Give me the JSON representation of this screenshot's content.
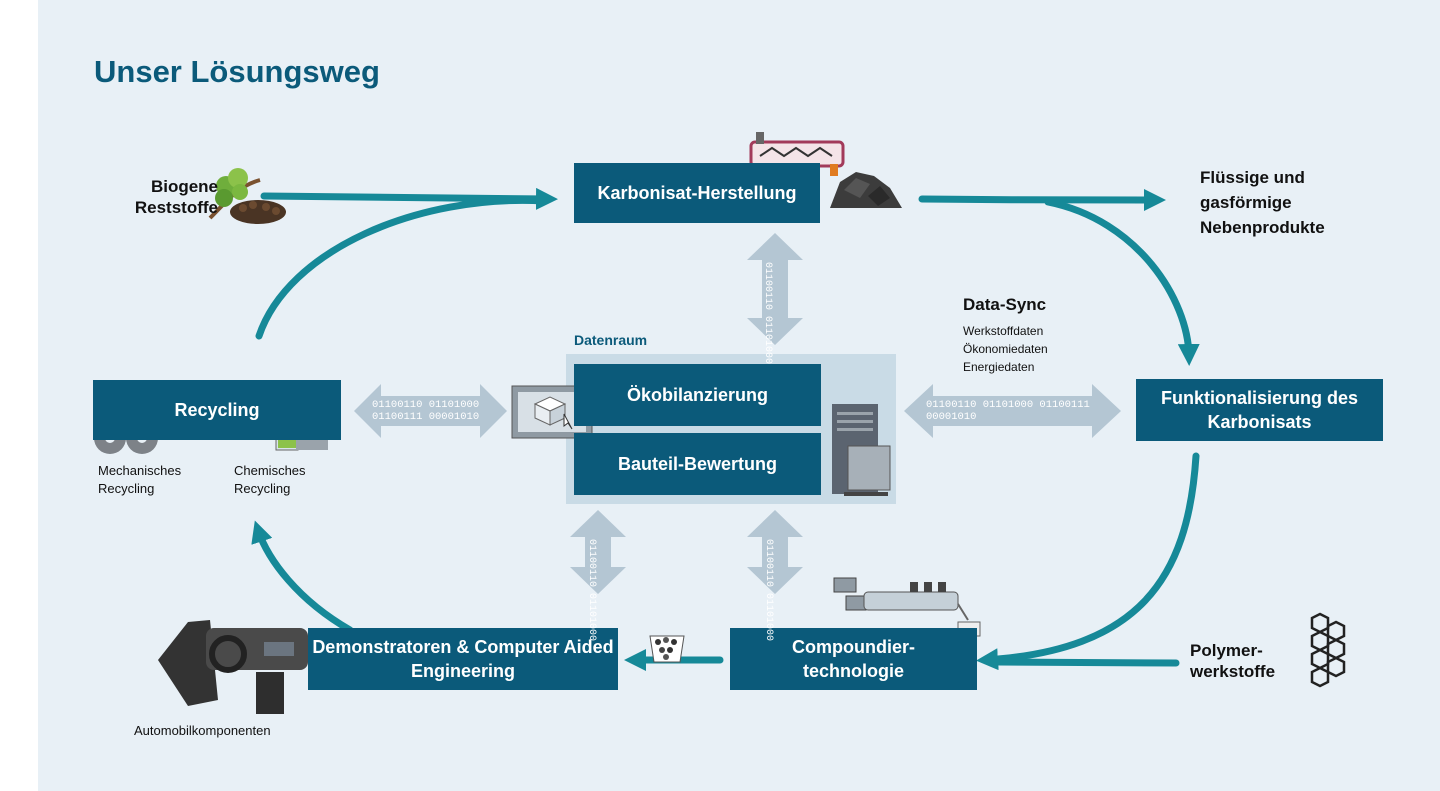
{
  "title": "Unser Lösungsweg",
  "inputs": {
    "biogenic": "Biogene Reststoffe",
    "polymer": "Polymer-werkstoffe"
  },
  "byproducts": "Flüssige und gasförmige Nebenprodukte",
  "boxes": {
    "karbonisat": "Karbonisat-Herstellung",
    "funktionalisierung": "Funktionalisierung des Karbonisats",
    "compoundier": "Compoundier-technologie",
    "demonstratoren": "Demonstratoren & Computer Aided Engineering",
    "recycling": "Recycling",
    "oekobilanz": "Ökobilanzierung",
    "bauteil": "Bauteil-Bewertung"
  },
  "datenraum_label": "Datenraum",
  "datasync": {
    "title": "Data-Sync",
    "items": [
      "Werkstoffdaten",
      "Ökonomiedaten",
      "Energiedaten"
    ]
  },
  "recycling_types": {
    "mechanical": "Mechanisches Recycling",
    "chemical": "Chemisches Recycling"
  },
  "automobil": "Automobilkomponenten",
  "binary": {
    "top": "01100110 01101000",
    "left_line1": "01100110 01101000",
    "left_line2": "01100111 00001010",
    "right_line1": "01100110 01101000 01100111",
    "right_line2": "00001010",
    "bottom_left": "01100110 01101000",
    "bottom_right": "01100110 01101000"
  },
  "colors": {
    "background": "#e8f0f6",
    "box": "#0b5a7a",
    "arrow": "#168998",
    "data_arrow": "#b4c6d3",
    "datenraum_bg": "#c9dbe6"
  }
}
